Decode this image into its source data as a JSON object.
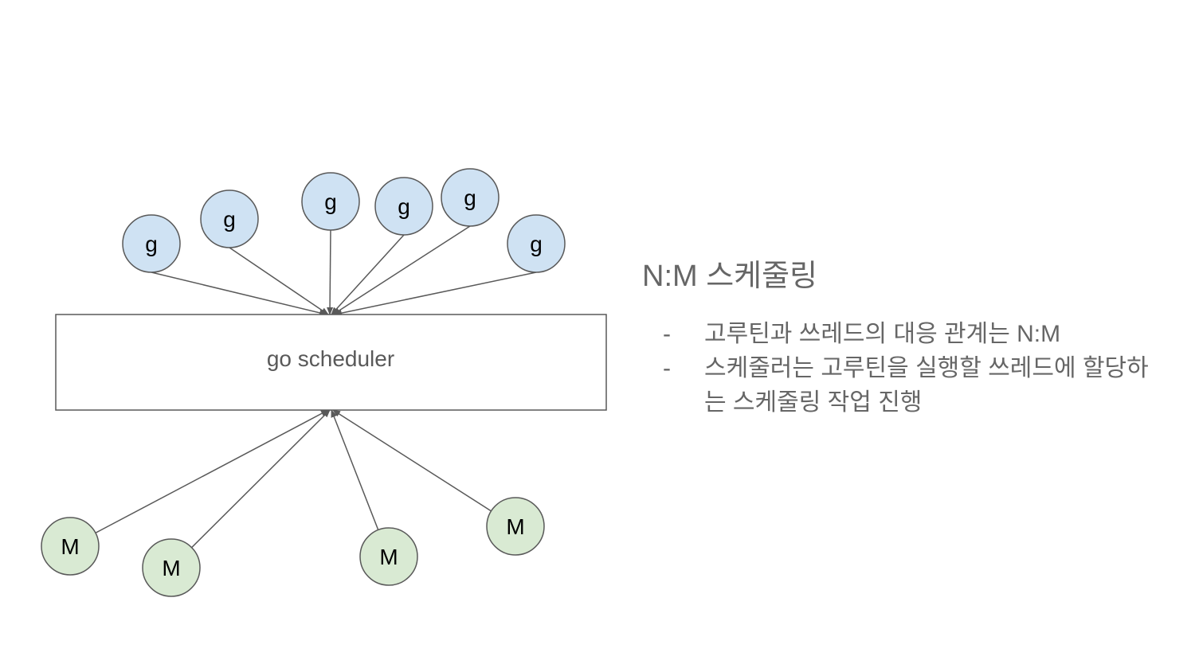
{
  "colors": {
    "goroutine_fill": "#cfe2f3",
    "thread_fill": "#d9ead3",
    "stroke": "#595959",
    "text": "#666666"
  },
  "diagram": {
    "scheduler_label": "go scheduler",
    "goroutines": [
      "g",
      "g",
      "g",
      "g",
      "g",
      "g"
    ],
    "threads": [
      "M",
      "M",
      "M",
      "M"
    ]
  },
  "text": {
    "heading": "N:M 스케줄링",
    "bullets": [
      "고루틴과 쓰레드의 대응 관계는 N:M",
      "스케줄러는 고루틴을 실행할 쓰레드에 할당하는 스케줄링 작업 진행"
    ],
    "bullet_marker": "-"
  }
}
